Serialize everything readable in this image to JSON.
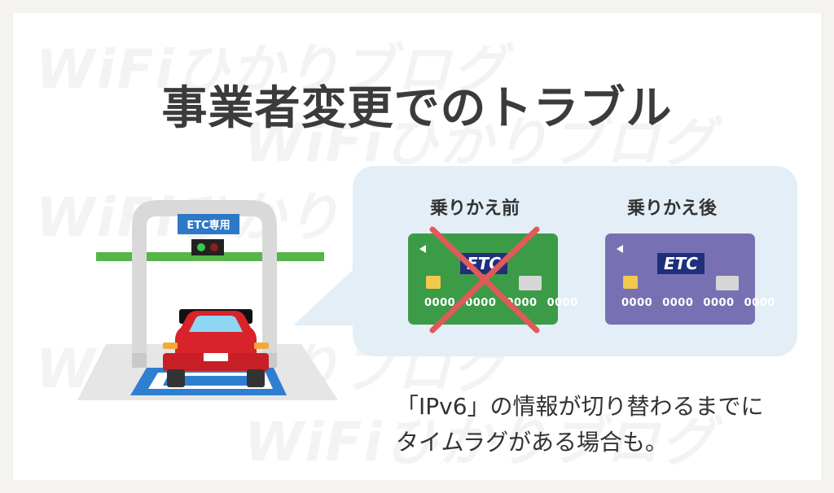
{
  "title": "事業者変更でのトラブル",
  "watermark": "WiFiひかりブログ",
  "gate_sign": "ETC専用",
  "cards": {
    "before": {
      "label": "乗りかえ前",
      "brand": "ETC",
      "number": "0000 0000 0000 0000",
      "color": "#3b9b46",
      "crossed_out": true
    },
    "after": {
      "label": "乗りかえ後",
      "brand": "ETC",
      "number": "0000 0000 0000 0000",
      "color": "#7771b3",
      "crossed_out": false
    }
  },
  "caption": {
    "line1": "「IPv6」の情報が切り替わるまでに",
    "line2": "タイムラグがある場合も。"
  },
  "colors": {
    "background": "#f5f3f0",
    "bubble": "#e3eef6",
    "title": "#3b3b3b",
    "cross": "#e05a5a",
    "car": "#d8232a",
    "gate_bar": "#55b548"
  }
}
